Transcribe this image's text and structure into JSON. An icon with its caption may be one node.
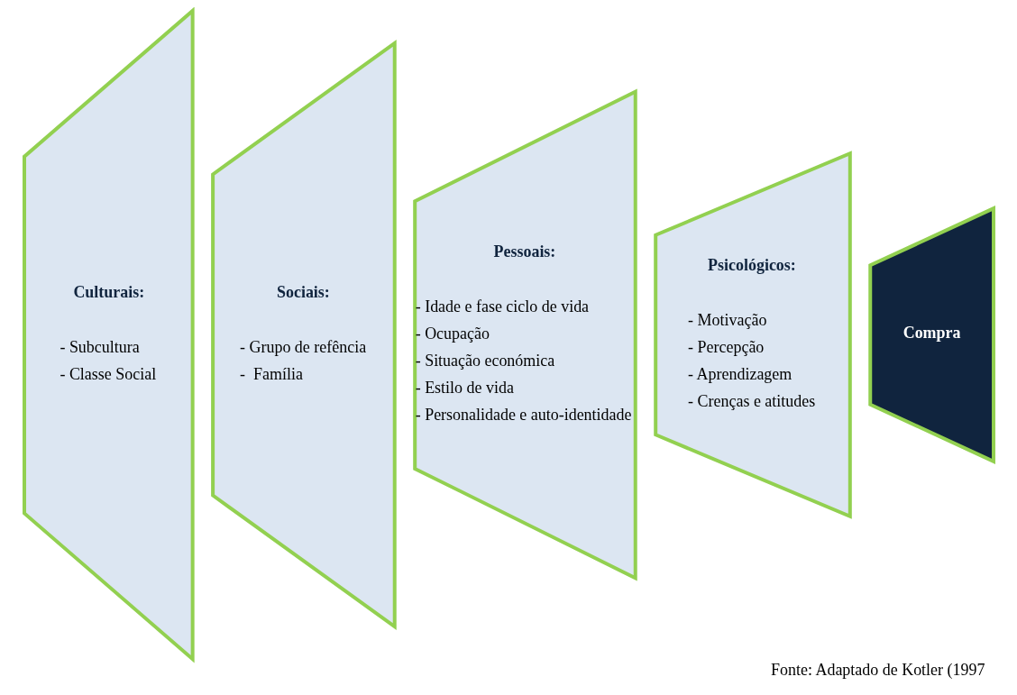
{
  "diagram": {
    "caption": "Fonte: Adaptado de Kotler (1997",
    "nodes": [
      {
        "text": [
          "Culturais:",
          "- Subcultura",
          "- Classe Social"
        ]
      },
      {
        "text": [
          "Sociais:",
          "- Grupo de refência",
          "-  Família"
        ]
      },
      {
        "text": [
          "Pessoais:",
          "- Idade e fase ciclo de vida",
          "- Ocupação",
          "- Situação económica",
          "- Estilo de vida",
          "- Personalidade e auto-identidade"
        ]
      },
      {
        "text": [
          "Psicológicos:",
          "- Motivação",
          "- Percepção",
          "- Aprendizagem",
          "- Crenças e atitudes"
        ]
      },
      {
        "text": [
          "Compra"
        ]
      }
    ],
    "edges": []
  }
}
